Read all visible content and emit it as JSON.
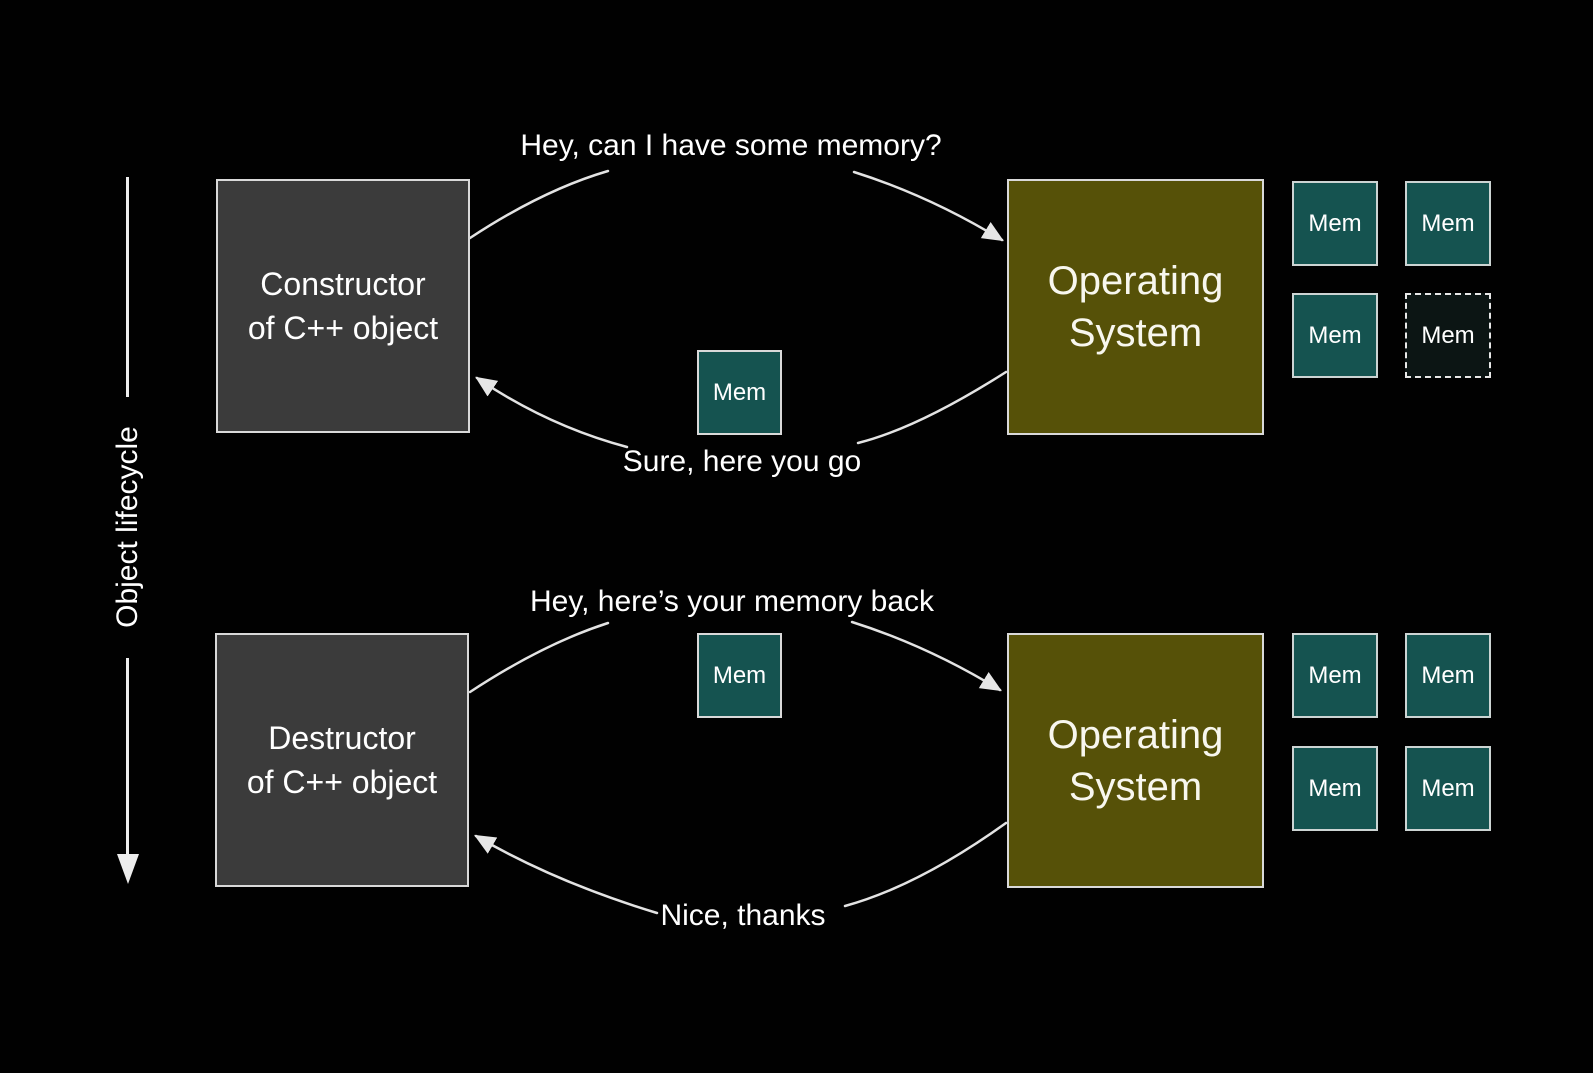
{
  "colors": {
    "background": "#010101",
    "actor_box_fill": "#3b3b3b",
    "actor_box_border": "#d9d9d9",
    "os_box_fill": "#565108",
    "mem_box_fill": "#155350",
    "mem_box_border": "#ccd4d3",
    "dashed_mem_fill": "#0c1514",
    "connector_color": "#e3e3e3",
    "text_color": "#ffffff"
  },
  "lifecycle_axis": {
    "label": "Object lifecycle"
  },
  "allocation_flow": {
    "actor": {
      "line1": "Constructor",
      "line2": "of C++ object"
    },
    "os": {
      "line1": "Operating",
      "line2": "System"
    },
    "request_label": "Hey, can I have some memory?",
    "response_label": "Sure, here you go",
    "transfer_mem_label": "Mem",
    "mem_grid": [
      {
        "label": "Mem",
        "style": "solid"
      },
      {
        "label": "Mem",
        "style": "solid"
      },
      {
        "label": "Mem",
        "style": "solid"
      },
      {
        "label": "Mem",
        "style": "dashed"
      }
    ]
  },
  "deallocation_flow": {
    "actor": {
      "line1": "Destructor",
      "line2": "of C++ object"
    },
    "os": {
      "line1": "Operating",
      "line2": "System"
    },
    "request_label": "Hey, here’s your memory back",
    "response_label": "Nice, thanks",
    "transfer_mem_label": "Mem",
    "mem_grid": [
      {
        "label": "Mem",
        "style": "solid"
      },
      {
        "label": "Mem",
        "style": "solid"
      },
      {
        "label": "Mem",
        "style": "solid"
      },
      {
        "label": "Mem",
        "style": "solid"
      }
    ]
  }
}
